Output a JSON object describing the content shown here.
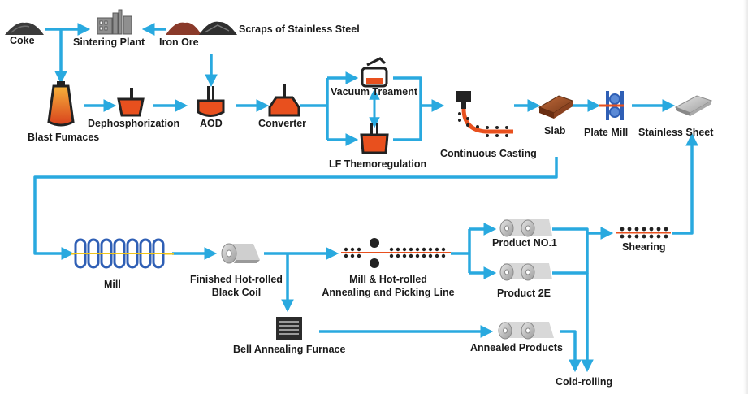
{
  "diagram": {
    "title": "",
    "colors": {
      "arrow": "#29a9df",
      "molten": "#e8501e",
      "ore": "#8a3a2a",
      "dark": "#2b2b2b",
      "metal": "#b9b9b9",
      "roller": "#2f5fb5"
    },
    "nodes": {
      "coke": "Coke",
      "sintering_plant": "Sintering Plant",
      "iron_ore": "Iron Ore",
      "scraps": "Scraps of Stainless Steel",
      "blast_furnaces": "Blast Fumaces",
      "dephosphorization": "Dephosphorization",
      "aod": "AOD",
      "converter": "Converter",
      "vacuum_treatment": "Vacuum Treament",
      "lf_thermoregulation": "LF Themoregulation",
      "continuous_casting": "Continuous Casting",
      "slab": "Slab",
      "plate_mill": "Plate Mill",
      "stainless_sheet": "Stainless Sheet",
      "mill": "Mill",
      "finished_coil_line1": "Finished Hot-rolled",
      "finished_coil_line2": "Black Coil",
      "annealing_line1": "Mill & Hot-rolled",
      "annealing_line2": "Annealing and Picking Line",
      "product_no1": "Product NO.1",
      "product_2e": "Product 2E",
      "shearing": "Shearing",
      "bell_furnace": "Bell Annealing Furnace",
      "annealed_products": "Annealed Products",
      "cold_rolling": "Cold-rolling"
    }
  }
}
